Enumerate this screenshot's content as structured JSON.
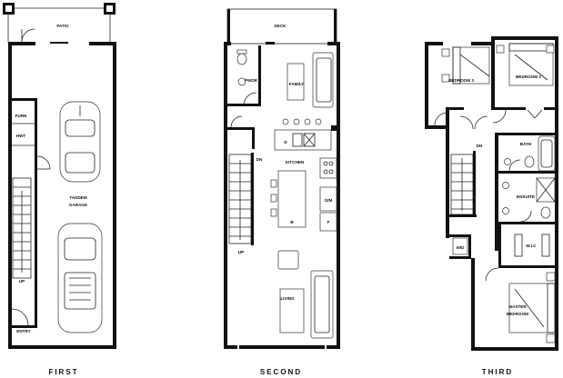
{
  "floors": {
    "first": {
      "title": "FIRST",
      "rooms": {
        "patio": "PATIO",
        "furn": "FURN",
        "hwt": "HWT",
        "garage_line1": "TANDEM",
        "garage_line2": "GARAGE",
        "up": "UP",
        "entry": "ENTRY"
      }
    },
    "second": {
      "title": "SECOND",
      "rooms": {
        "deck": "DECK",
        "pwdr": "PWDR",
        "family": "FAMILY",
        "kitchen": "KITCHEN",
        "dn": "DN",
        "d": "D",
        "om": "O/M",
        "b": "B",
        "f": "F",
        "up": "UP",
        "living": "LIVING"
      }
    },
    "third": {
      "title": "THIRD",
      "rooms": {
        "bedroom3": "BEDROOM 3",
        "bedroom2": "BEDROOM 2",
        "dn": "DN",
        "bath": "BATH",
        "ensuite": "ENSUITE",
        "wd": "W/D",
        "wic": "W.I.C",
        "master_line1": "MASTER",
        "master_line2": "BEDROOM"
      }
    }
  },
  "colors": {
    "wall": "#111111",
    "line": "#222222",
    "background": "#ffffff"
  }
}
